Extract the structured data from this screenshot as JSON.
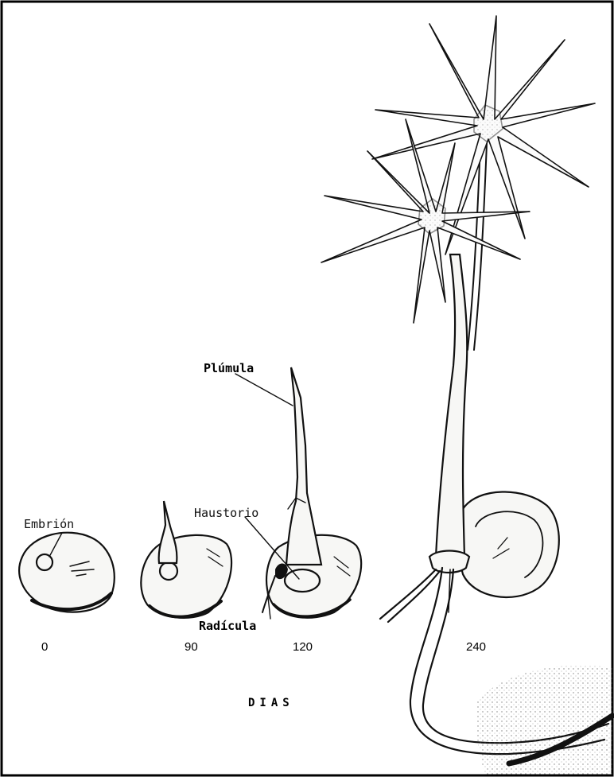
{
  "labels": {
    "embrion": "Embrión",
    "plumula": "Plúmula",
    "haustorio": "Haustorio",
    "radicula": "Radícula"
  },
  "days": [
    "0",
    "90",
    "120",
    "240"
  ],
  "axis_title": "DIAS",
  "colors": {
    "ink": "#111111",
    "paper": "#ffffff"
  }
}
